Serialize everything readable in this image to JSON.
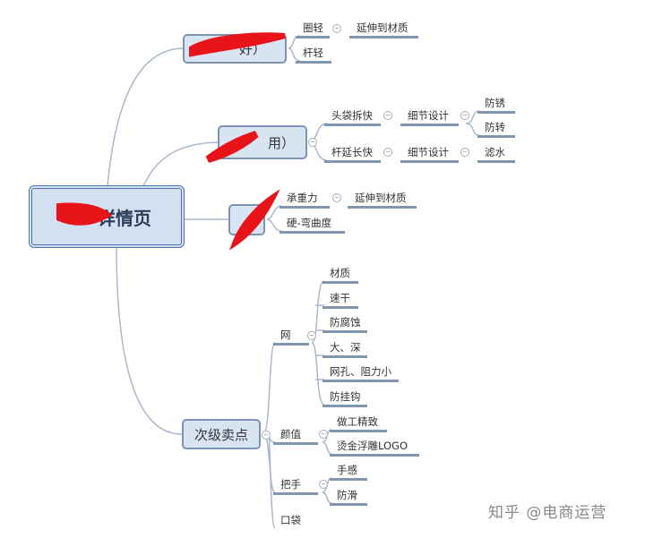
{
  "central": "详情页",
  "branches": [
    {
      "label": "好）",
      "children": [
        {
          "label": "圈轻",
          "children": [
            "延伸到材质"
          ]
        },
        {
          "label": "杆轻"
        }
      ]
    },
    {
      "label": "用）",
      "children": [
        {
          "label": "头袋拆快",
          "children": [
            {
              "label": "细节设计",
              "children": [
                "防锈",
                "防转"
              ]
            }
          ]
        },
        {
          "label": "杆延长快",
          "children": [
            {
              "label": "细节设计",
              "children": [
                "滤水"
              ]
            }
          ]
        }
      ]
    },
    {
      "label": "",
      "children": [
        {
          "label": "承重力",
          "children": [
            "延伸到材质"
          ]
        },
        {
          "label": "硬-弯曲度"
        }
      ]
    },
    {
      "label": "次级卖点",
      "children": [
        {
          "label": "网",
          "children": [
            "材质",
            "速干",
            "防腐蚀",
            "大、深",
            "网孔、阻力小",
            "防挂钩"
          ]
        },
        {
          "label": "颜值",
          "children": [
            "做工精致",
            "烫金浮雕LOGO"
          ]
        },
        {
          "label": "把手",
          "children": [
            "手感",
            "防滑"
          ]
        },
        {
          "label": "口袋"
        }
      ]
    }
  ],
  "watermark": "知乎 @电商运营",
  "colors": {
    "node_fill": "#d9e4f2",
    "node_border": "#7d93b2",
    "line": "#8195ad",
    "scribble": "#e8141a"
  }
}
